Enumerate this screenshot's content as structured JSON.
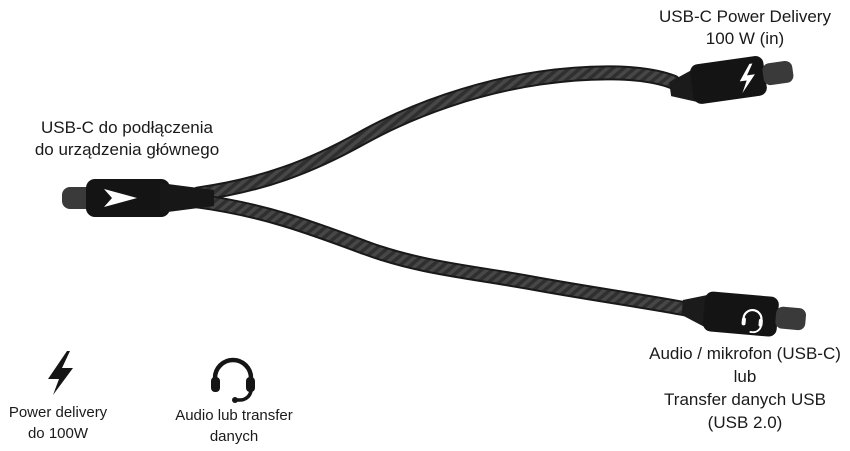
{
  "labels": {
    "top": {
      "lines": [
        "USB-C Power Delivery",
        "100 W (in)"
      ]
    },
    "main": {
      "lines": [
        "USB-C do podłączenia",
        "do urządzenia głównego"
      ]
    },
    "bottom": {
      "lines": [
        "Audio / mikrofon (USB-C)",
        "lub",
        "Transfer danych USB",
        "(USB 2.0)"
      ]
    }
  },
  "legend": {
    "power": {
      "icon": "lightning-icon",
      "lines": [
        "Power delivery",
        "do 100W"
      ]
    },
    "audio": {
      "icon": "headset-icon",
      "lines": [
        "Audio lub transfer",
        "danych"
      ]
    }
  },
  "connector_icons": {
    "main": "brand-arrow-icon",
    "top": "lightning-icon",
    "bottom": "headset-icon"
  },
  "colors": {
    "background": "#ffffff",
    "cable": "#2f2f2f",
    "cable_highlight": "#474747",
    "cable_edge": "#191919",
    "connector_body": "#141414",
    "connector_tip": "#3a3a3a",
    "text": "#1a1a1a",
    "icon": "#151515"
  }
}
